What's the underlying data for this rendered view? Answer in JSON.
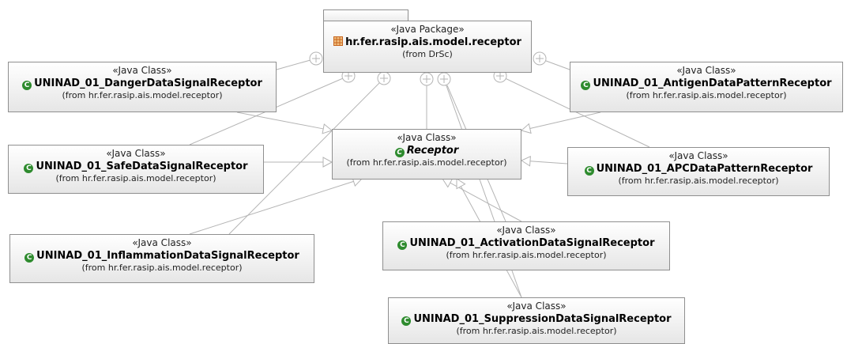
{
  "package": {
    "stereotype": "«Java Package»",
    "name": "hr.fer.rasip.ais.model.receptor",
    "from": "(from DrSc)",
    "icon": "package-icon"
  },
  "receptor": {
    "stereotype": "«Java Class»",
    "name": "Receptor",
    "from": "(from hr.fer.rasip.ais.model.receptor)",
    "icon": "class-icon"
  },
  "classes": {
    "danger": {
      "stereotype": "«Java Class»",
      "name": "UNINAD_01_DangerDataSignalReceptor",
      "from": "(from hr.fer.rasip.ais.model.receptor)"
    },
    "safe": {
      "stereotype": "«Java Class»",
      "name": "UNINAD_01_SafeDataSignalReceptor",
      "from": "(from hr.fer.rasip.ais.model.receptor)"
    },
    "inflam": {
      "stereotype": "«Java Class»",
      "name": "UNINAD_01_InflammationDataSignalReceptor",
      "from": "(from hr.fer.rasip.ais.model.receptor)"
    },
    "antigen": {
      "stereotype": "«Java Class»",
      "name": "UNINAD_01_AntigenDataPatternReceptor",
      "from": "(from hr.fer.rasip.ais.model.receptor)"
    },
    "apc": {
      "stereotype": "«Java Class»",
      "name": "UNINAD_01_APCDataPatternReceptor",
      "from": "(from hr.fer.rasip.ais.model.receptor)"
    },
    "activation": {
      "stereotype": "«Java Class»",
      "name": "UNINAD_01_ActivationDataSignalReceptor",
      "from": "(from hr.fer.rasip.ais.model.receptor)"
    },
    "suppression": {
      "stereotype": "«Java Class»",
      "name": "UNINAD_01_SuppressionDataSignalReceptor",
      "from": "(from hr.fer.rasip.ais.model.receptor)"
    }
  },
  "colors": {
    "class_icon": "#2e8b2e",
    "package_icon": "#c8641e",
    "edge": "#b4b4b4"
  }
}
